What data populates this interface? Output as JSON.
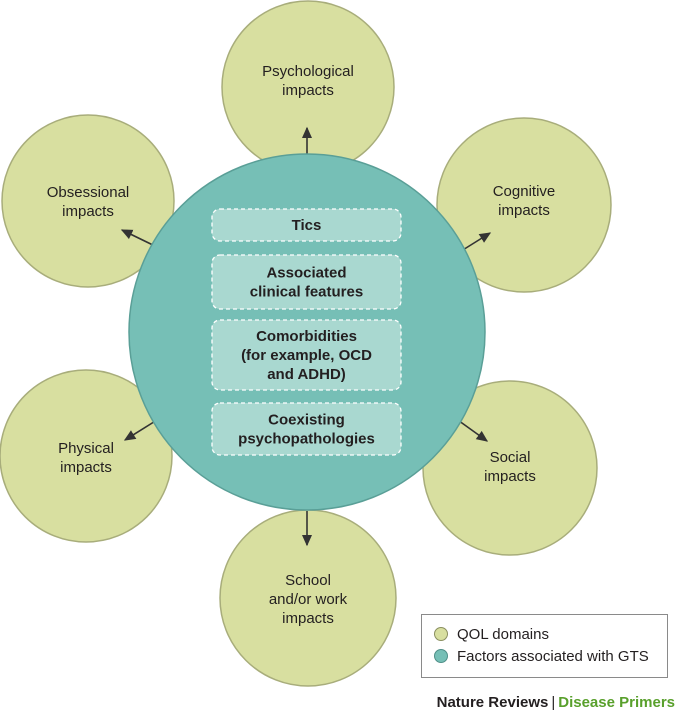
{
  "outer_domains": [
    {
      "id": "psychological",
      "lines": [
        "Psychological",
        "impacts"
      ]
    },
    {
      "id": "cognitive",
      "lines": [
        "Cognitive",
        "impacts"
      ]
    },
    {
      "id": "social",
      "lines": [
        "Social",
        "impacts"
      ]
    },
    {
      "id": "school-work",
      "lines": [
        "School",
        "and/or work",
        "impacts"
      ]
    },
    {
      "id": "physical",
      "lines": [
        "Physical",
        "impacts"
      ]
    },
    {
      "id": "obsessional",
      "lines": [
        "Obsessional",
        "impacts"
      ]
    }
  ],
  "center_factors": [
    {
      "id": "tics",
      "lines": [
        "Tics"
      ]
    },
    {
      "id": "associated-clinical-features",
      "lines": [
        "Associated",
        "clinical features"
      ]
    },
    {
      "id": "comorbidities",
      "lines": [
        "Comorbidities",
        "(for example, OCD",
        "and ADHD)"
      ]
    },
    {
      "id": "coexisting-psychopathologies",
      "lines": [
        "Coexisting",
        "psychopathologies"
      ]
    }
  ],
  "legend": {
    "qol_label": "QOL domains",
    "gts_label": "Factors associated with GTS"
  },
  "footer": {
    "brand": "Nature Reviews",
    "separator": "|",
    "series": "Disease Primers"
  },
  "colors": {
    "qol_fill": "#d8dfa0",
    "center_fill": "#76bfb6",
    "factor_box_fill": "#a9d8d0",
    "series_green": "#59a02c"
  }
}
